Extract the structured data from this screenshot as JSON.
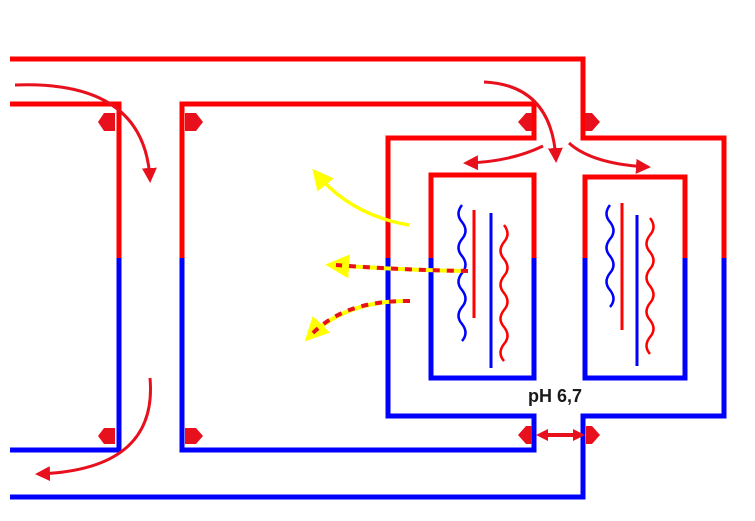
{
  "diagram": {
    "ph_label": "pH 6,7"
  },
  "colors": {
    "red": "#ff0000",
    "blue": "#0000ff",
    "yellow": "#ffff00",
    "arrow_red": "#e8101c",
    "label": "#1a1a1a"
  },
  "elements": {
    "lumen_channels": 2,
    "membrane_modules": 2,
    "coiled_fibers_per_module": 2,
    "straight_fibers_per_module": 2,
    "yellow_outflow_arrows": 3
  }
}
